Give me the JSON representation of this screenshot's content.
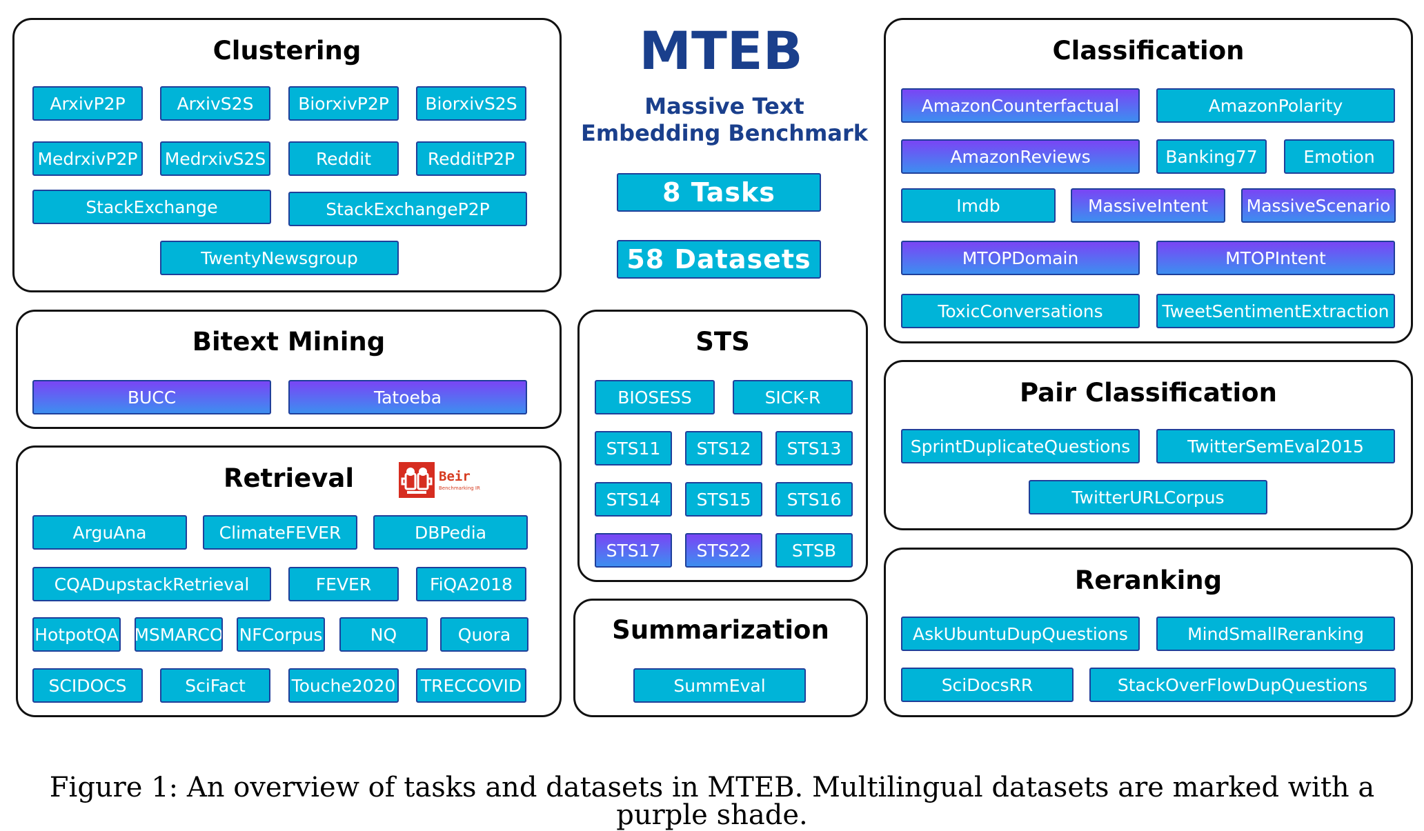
{
  "header": {
    "title": "MTEB",
    "subtitle_line1": "Massive Text",
    "subtitle_line2": "Embedding Benchmark",
    "tasks_label": "8 Tasks",
    "datasets_label": "58 Datasets"
  },
  "colors": {
    "monolingual": "#00b4d8",
    "multilingual": "#7a45f5",
    "chip_border": "#1f3f9a",
    "title_blue": "#1a3f8c"
  },
  "beir": {
    "logo_icon": "beer-mugs-icon",
    "text": "Beir",
    "subtext": "Benchmarking IR"
  },
  "caption": "Figure 1: An overview of tasks and datasets in MTEB. Multilingual datasets are marked with a purple shade.",
  "panels": {
    "clustering": {
      "title": "Clustering",
      "datasets": [
        {
          "label": "ArxivP2P",
          "multilingual": false
        },
        {
          "label": "ArxivS2S",
          "multilingual": false
        },
        {
          "label": "BiorxivP2P",
          "multilingual": false
        },
        {
          "label": "BiorxivS2S",
          "multilingual": false
        },
        {
          "label": "MedrxivP2P",
          "multilingual": false
        },
        {
          "label": "MedrxivS2S",
          "multilingual": false
        },
        {
          "label": "Reddit",
          "multilingual": false
        },
        {
          "label": "RedditP2P",
          "multilingual": false
        },
        {
          "label": "StackExchange",
          "multilingual": false
        },
        {
          "label": "StackExchangeP2P",
          "multilingual": false
        },
        {
          "label": "TwentyNewsgroup",
          "multilingual": false
        }
      ]
    },
    "bitext": {
      "title": "Bitext Mining",
      "datasets": [
        {
          "label": "BUCC",
          "multilingual": true
        },
        {
          "label": "Tatoeba",
          "multilingual": true
        }
      ]
    },
    "retrieval": {
      "title": "Retrieval",
      "datasets": [
        {
          "label": "ArguAna",
          "multilingual": false
        },
        {
          "label": "ClimateFEVER",
          "multilingual": false
        },
        {
          "label": "DBPedia",
          "multilingual": false
        },
        {
          "label": "CQADupstackRetrieval",
          "multilingual": false
        },
        {
          "label": "FEVER",
          "multilingual": false
        },
        {
          "label": "FiQA2018",
          "multilingual": false
        },
        {
          "label": "HotpotQA",
          "multilingual": false
        },
        {
          "label": "MSMARCO",
          "multilingual": false
        },
        {
          "label": "NFCorpus",
          "multilingual": false
        },
        {
          "label": "NQ",
          "multilingual": false
        },
        {
          "label": "Quora",
          "multilingual": false
        },
        {
          "label": "SCIDOCS",
          "multilingual": false
        },
        {
          "label": "SciFact",
          "multilingual": false
        },
        {
          "label": "Touche2020",
          "multilingual": false
        },
        {
          "label": "TRECCOVID",
          "multilingual": false
        }
      ]
    },
    "sts": {
      "title": "STS",
      "datasets": [
        {
          "label": "BIOSESS",
          "multilingual": false
        },
        {
          "label": "SICK-R",
          "multilingual": false
        },
        {
          "label": "STS11",
          "multilingual": false
        },
        {
          "label": "STS12",
          "multilingual": false
        },
        {
          "label": "STS13",
          "multilingual": false
        },
        {
          "label": "STS14",
          "multilingual": false
        },
        {
          "label": "STS15",
          "multilingual": false
        },
        {
          "label": "STS16",
          "multilingual": false
        },
        {
          "label": "STS17",
          "multilingual": true
        },
        {
          "label": "STS22",
          "multilingual": true
        },
        {
          "label": "STSB",
          "multilingual": false
        }
      ]
    },
    "summarization": {
      "title": "Summarization",
      "datasets": [
        {
          "label": "SummEval",
          "multilingual": false
        }
      ]
    },
    "classification": {
      "title": "Classification",
      "datasets": [
        {
          "label": "AmazonCounterfactual",
          "multilingual": true
        },
        {
          "label": "AmazonPolarity",
          "multilingual": false
        },
        {
          "label": "AmazonReviews",
          "multilingual": true
        },
        {
          "label": "Banking77",
          "multilingual": false
        },
        {
          "label": "Emotion",
          "multilingual": false
        },
        {
          "label": "Imdb",
          "multilingual": false
        },
        {
          "label": "MassiveIntent",
          "multilingual": true
        },
        {
          "label": "MassiveScenario",
          "multilingual": true
        },
        {
          "label": "MTOPDomain",
          "multilingual": true
        },
        {
          "label": "MTOPIntent",
          "multilingual": true
        },
        {
          "label": "ToxicConversations",
          "multilingual": false
        },
        {
          "label": "TweetSentimentExtraction",
          "multilingual": false
        }
      ]
    },
    "pair": {
      "title": "Pair Classification",
      "datasets": [
        {
          "label": "SprintDuplicateQuestions",
          "multilingual": false
        },
        {
          "label": "TwitterSemEval2015",
          "multilingual": false
        },
        {
          "label": "TwitterURLCorpus",
          "multilingual": false
        }
      ]
    },
    "reranking": {
      "title": "Reranking",
      "datasets": [
        {
          "label": "AskUbuntuDupQuestions",
          "multilingual": false
        },
        {
          "label": "MindSmallReranking",
          "multilingual": false
        },
        {
          "label": "SciDocsRR",
          "multilingual": false
        },
        {
          "label": "StackOverFlowDupQuestions",
          "multilingual": false
        }
      ]
    }
  }
}
